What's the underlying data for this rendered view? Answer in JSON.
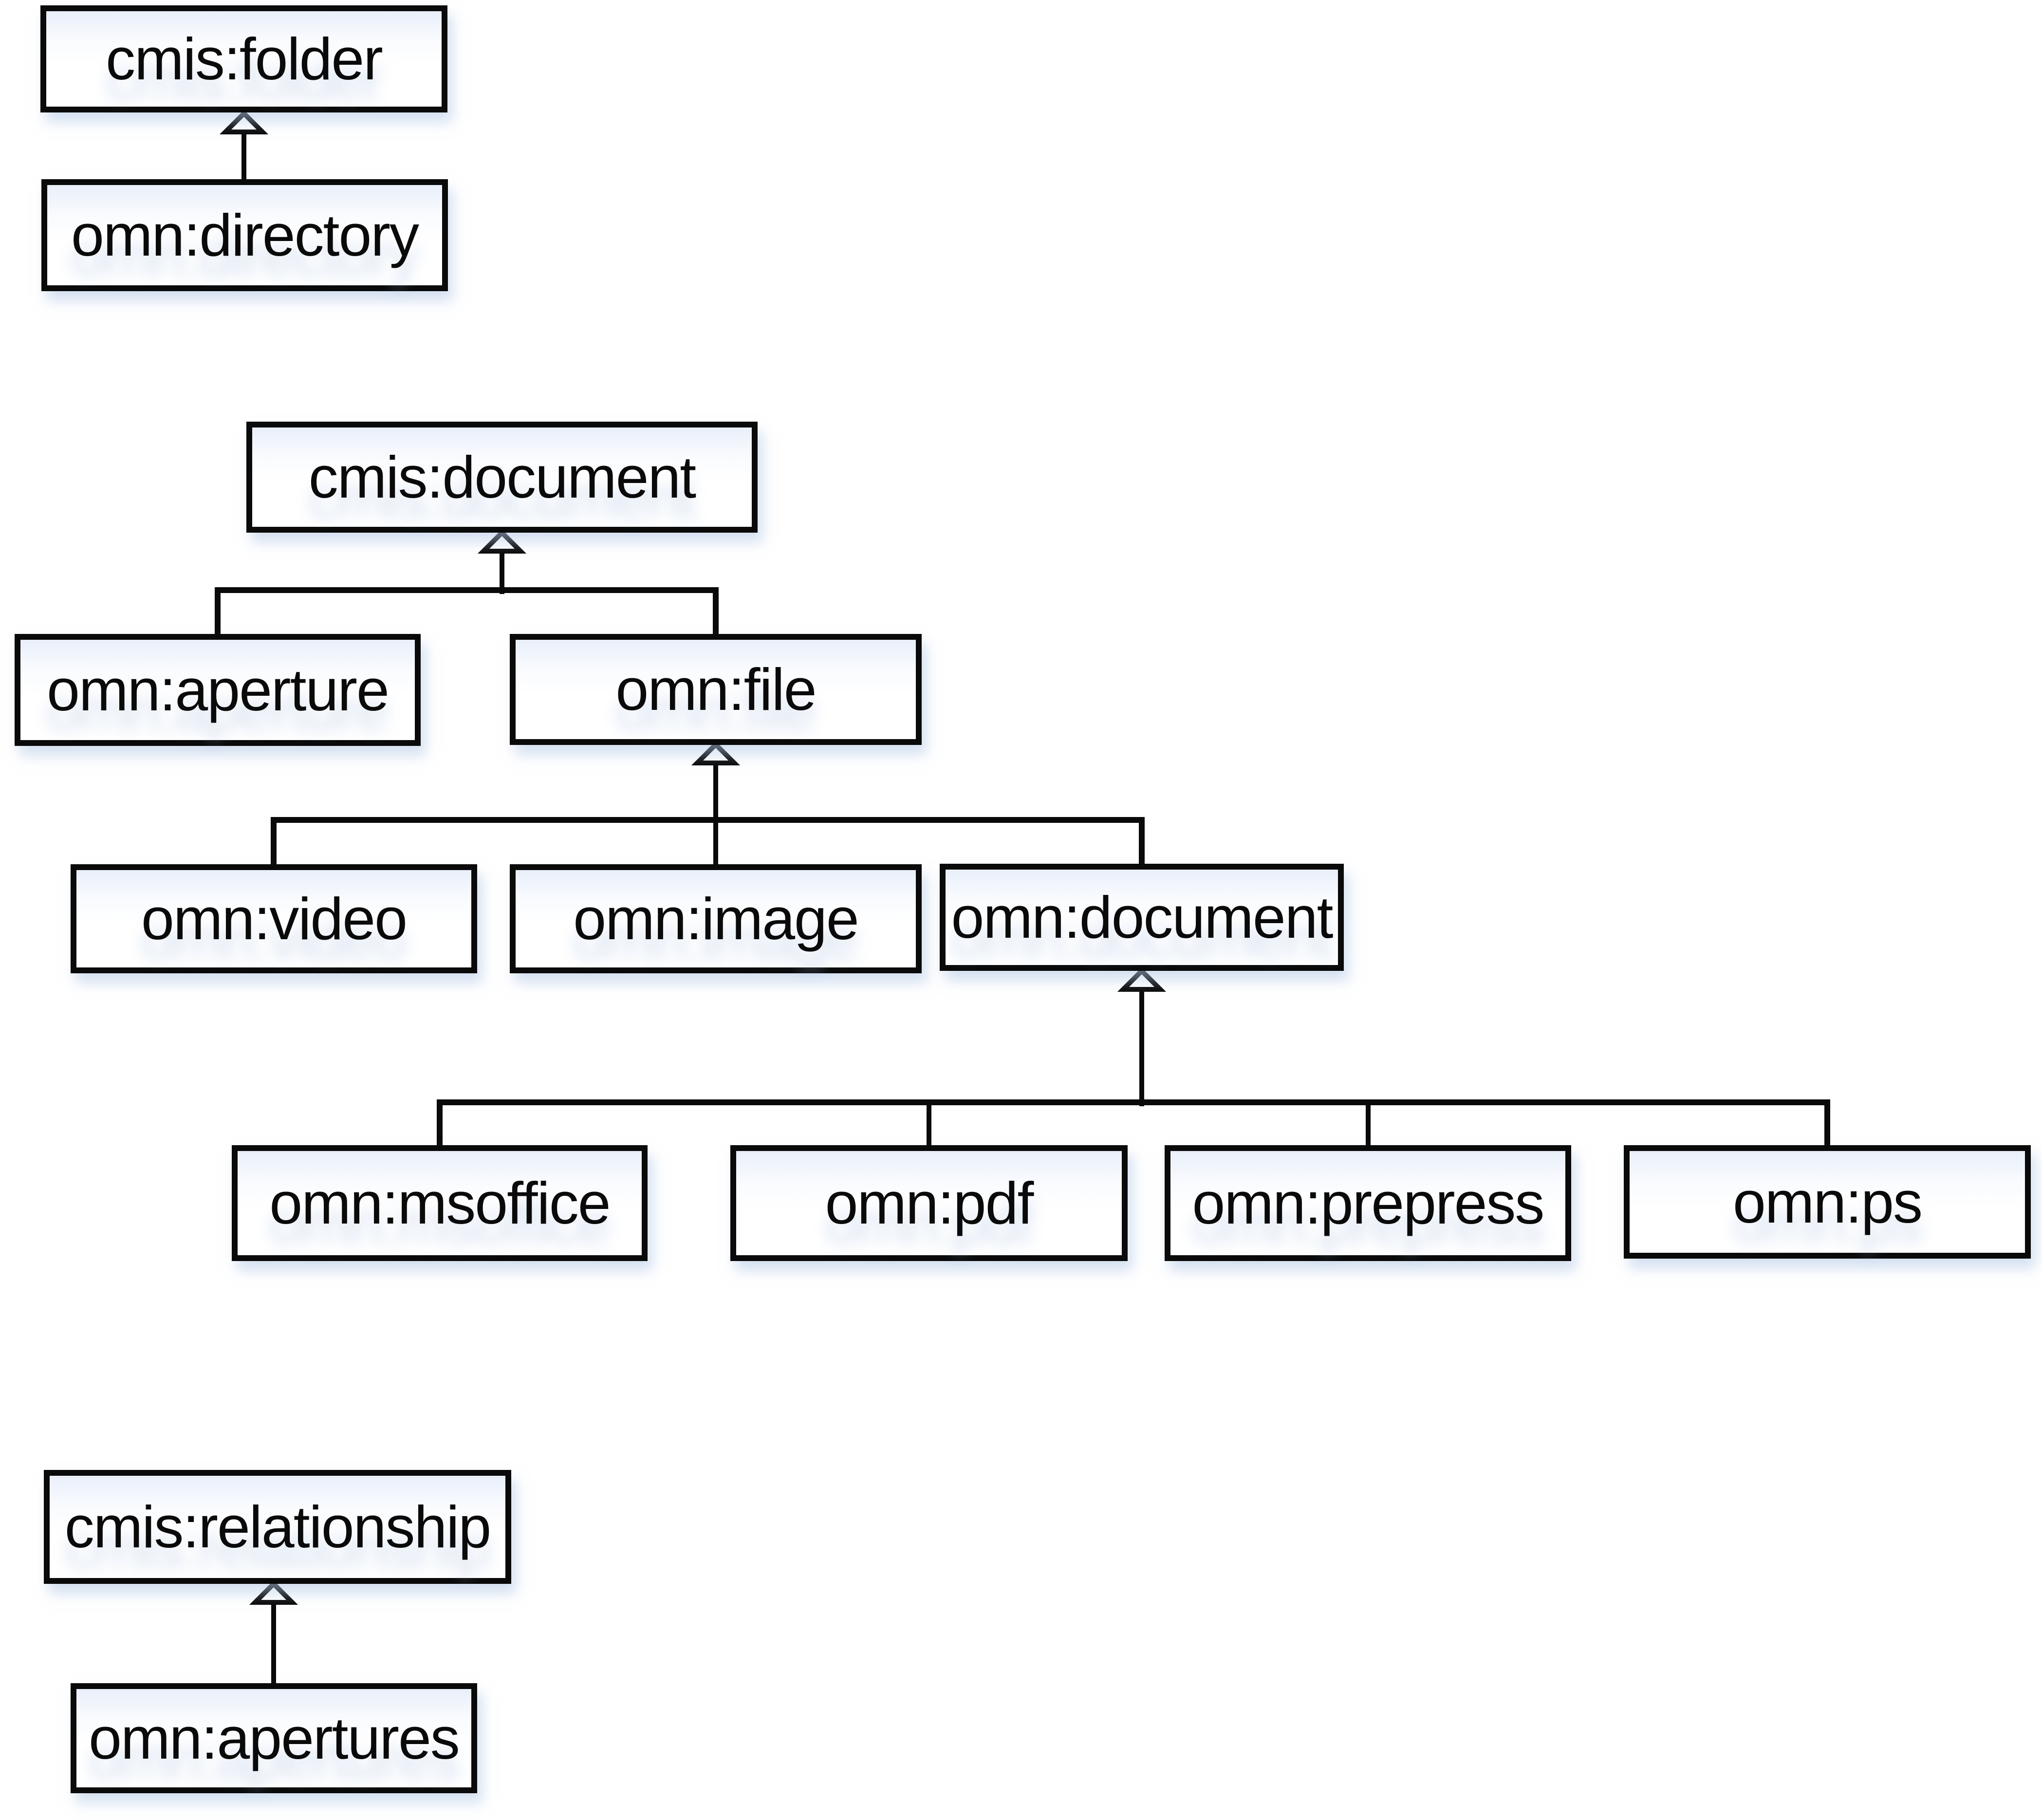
{
  "diagram_type": "uml-class-inheritance",
  "nodes": {
    "cmis_folder": {
      "label": "cmis:folder"
    },
    "omn_directory": {
      "label": "omn:directory"
    },
    "cmis_document": {
      "label": "cmis:document"
    },
    "omn_aperture": {
      "label": "omn:aperture"
    },
    "omn_file": {
      "label": "omn:file"
    },
    "omn_video": {
      "label": "omn:video"
    },
    "omn_image": {
      "label": "omn:image"
    },
    "omn_document": {
      "label": "omn:document"
    },
    "omn_msoffice": {
      "label": "omn:msoffice"
    },
    "omn_pdf": {
      "label": "omn:pdf"
    },
    "omn_prepress": {
      "label": "omn:prepress"
    },
    "omn_ps": {
      "label": "omn:ps"
    },
    "cmis_relationship": {
      "label": "cmis:relationship"
    },
    "omn_apertures": {
      "label": "omn:apertures"
    }
  },
  "edges": [
    {
      "child": "omn:directory",
      "parent": "cmis:folder",
      "type": "generalization"
    },
    {
      "child": "omn:aperture",
      "parent": "cmis:document",
      "type": "generalization"
    },
    {
      "child": "omn:file",
      "parent": "cmis:document",
      "type": "generalization"
    },
    {
      "child": "omn:video",
      "parent": "omn:file",
      "type": "generalization"
    },
    {
      "child": "omn:image",
      "parent": "omn:file",
      "type": "generalization"
    },
    {
      "child": "omn:document",
      "parent": "omn:file",
      "type": "generalization"
    },
    {
      "child": "omn:msoffice",
      "parent": "omn:document",
      "type": "generalization"
    },
    {
      "child": "omn:pdf",
      "parent": "omn:document",
      "type": "generalization"
    },
    {
      "child": "omn:prepress",
      "parent": "omn:document",
      "type": "generalization"
    },
    {
      "child": "omn:ps",
      "parent": "omn:document",
      "type": "generalization"
    },
    {
      "child": "omn:apertures",
      "parent": "cmis:relationship",
      "type": "generalization"
    }
  ],
  "colors": {
    "line": "#0a0a0a",
    "text": "#0a0a0a",
    "box_fill": "#ffffff",
    "box_tint": "#e9effa",
    "shadow": "#b0c6e6",
    "background": "#ffffff"
  }
}
